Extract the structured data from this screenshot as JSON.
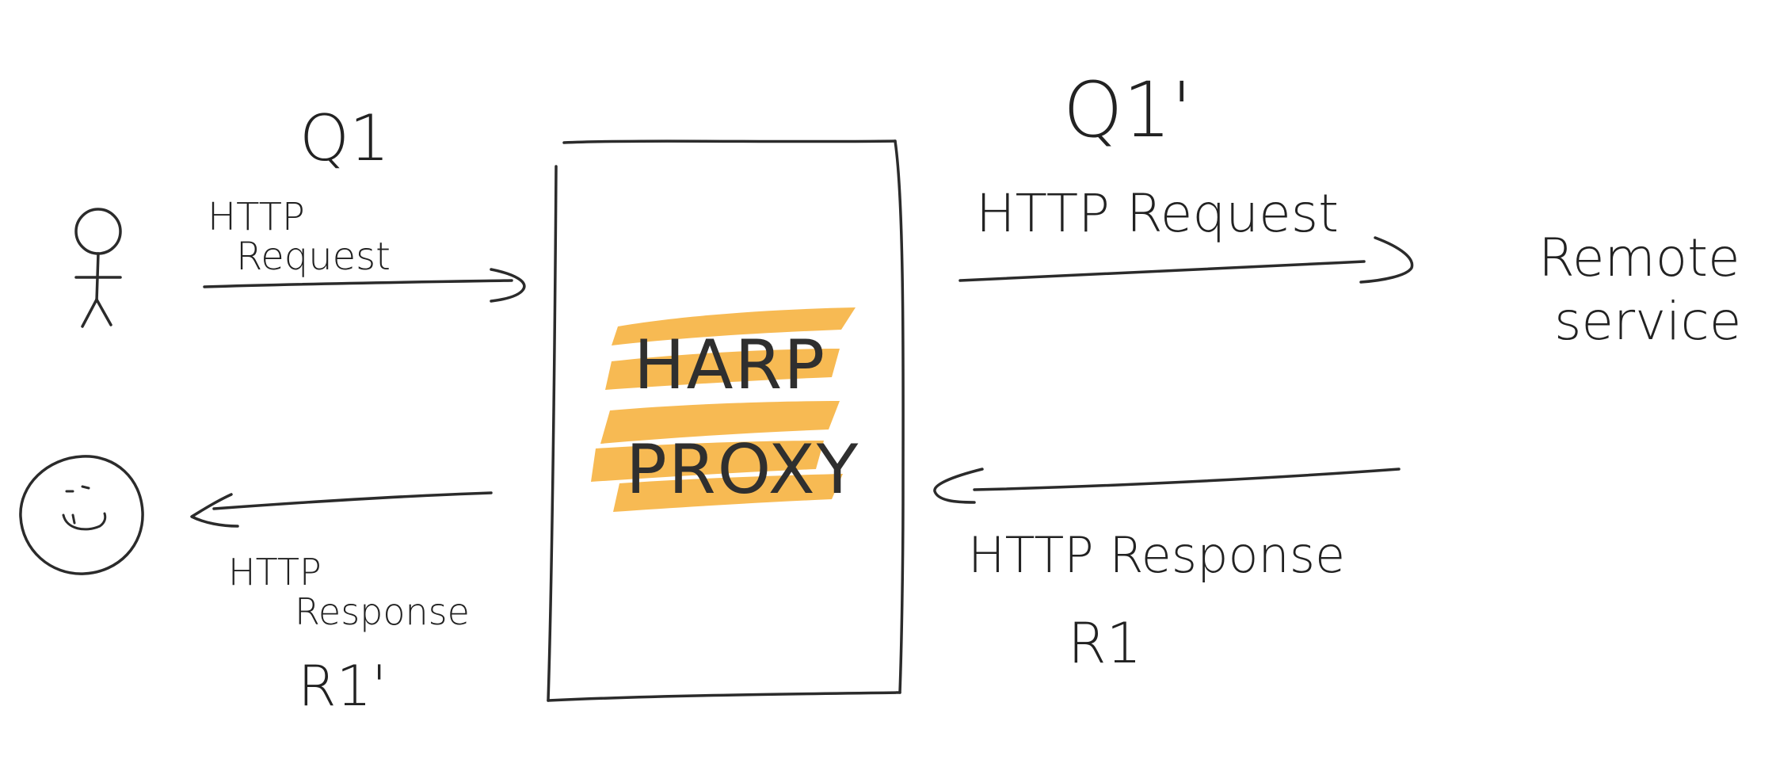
{
  "proxy": {
    "line1": "HARP",
    "line2": "PROXY",
    "highlight_color": "#f5a623"
  },
  "left": {
    "request_query": "Q1",
    "request_line1": "HTTP",
    "request_line2": "Request",
    "response_line1": "HTTP",
    "response_line2": "Response",
    "response_label": "R1'"
  },
  "right": {
    "request_query": "Q1'",
    "request_label": "HTTP Request",
    "response_label": "HTTP Response",
    "response_id": "R1"
  },
  "remote": {
    "line1": "Remote",
    "line2": "service"
  },
  "icons": {
    "user": "stick-figure-icon",
    "happy_user": "smiley-face-icon"
  }
}
